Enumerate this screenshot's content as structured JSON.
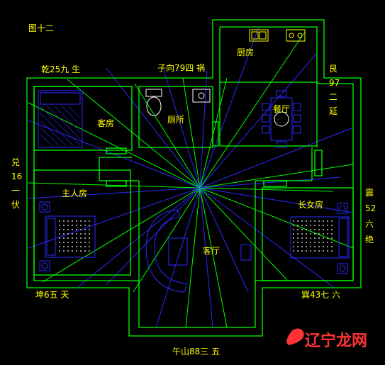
{
  "diagram": {
    "title": "图十二",
    "directions": {
      "nw": "乾25九 生",
      "n": "子向79四 祸",
      "ne": [
        "艮",
        "97",
        "二",
        "延"
      ],
      "w": [
        "兑",
        "16",
        "一",
        "伏"
      ],
      "e": [
        "震",
        "52",
        "六",
        "绝"
      ],
      "sw": "坤6五 天",
      "se": "巽43七 六",
      "s": "午山88三 五"
    },
    "rooms": {
      "kitchen": "厨房",
      "guest_room": "客房",
      "toilet": "厕所",
      "dining": "餐厅",
      "master_bedroom": "主人房",
      "living_room": "客厅",
      "eldest_daughter_room": "长女房"
    },
    "watermark": {
      "brand": "辽宁龙网",
      "colors": {
        "brand": "#ff3333",
        "logo_accent": "#ff3333"
      }
    },
    "colors": {
      "walls": "#00ff00",
      "rays_green": "#00ff00",
      "rays_blue": "#2a2aff",
      "furniture": "#2a2aff",
      "labels": "#ffff00",
      "background": "#000000"
    }
  }
}
